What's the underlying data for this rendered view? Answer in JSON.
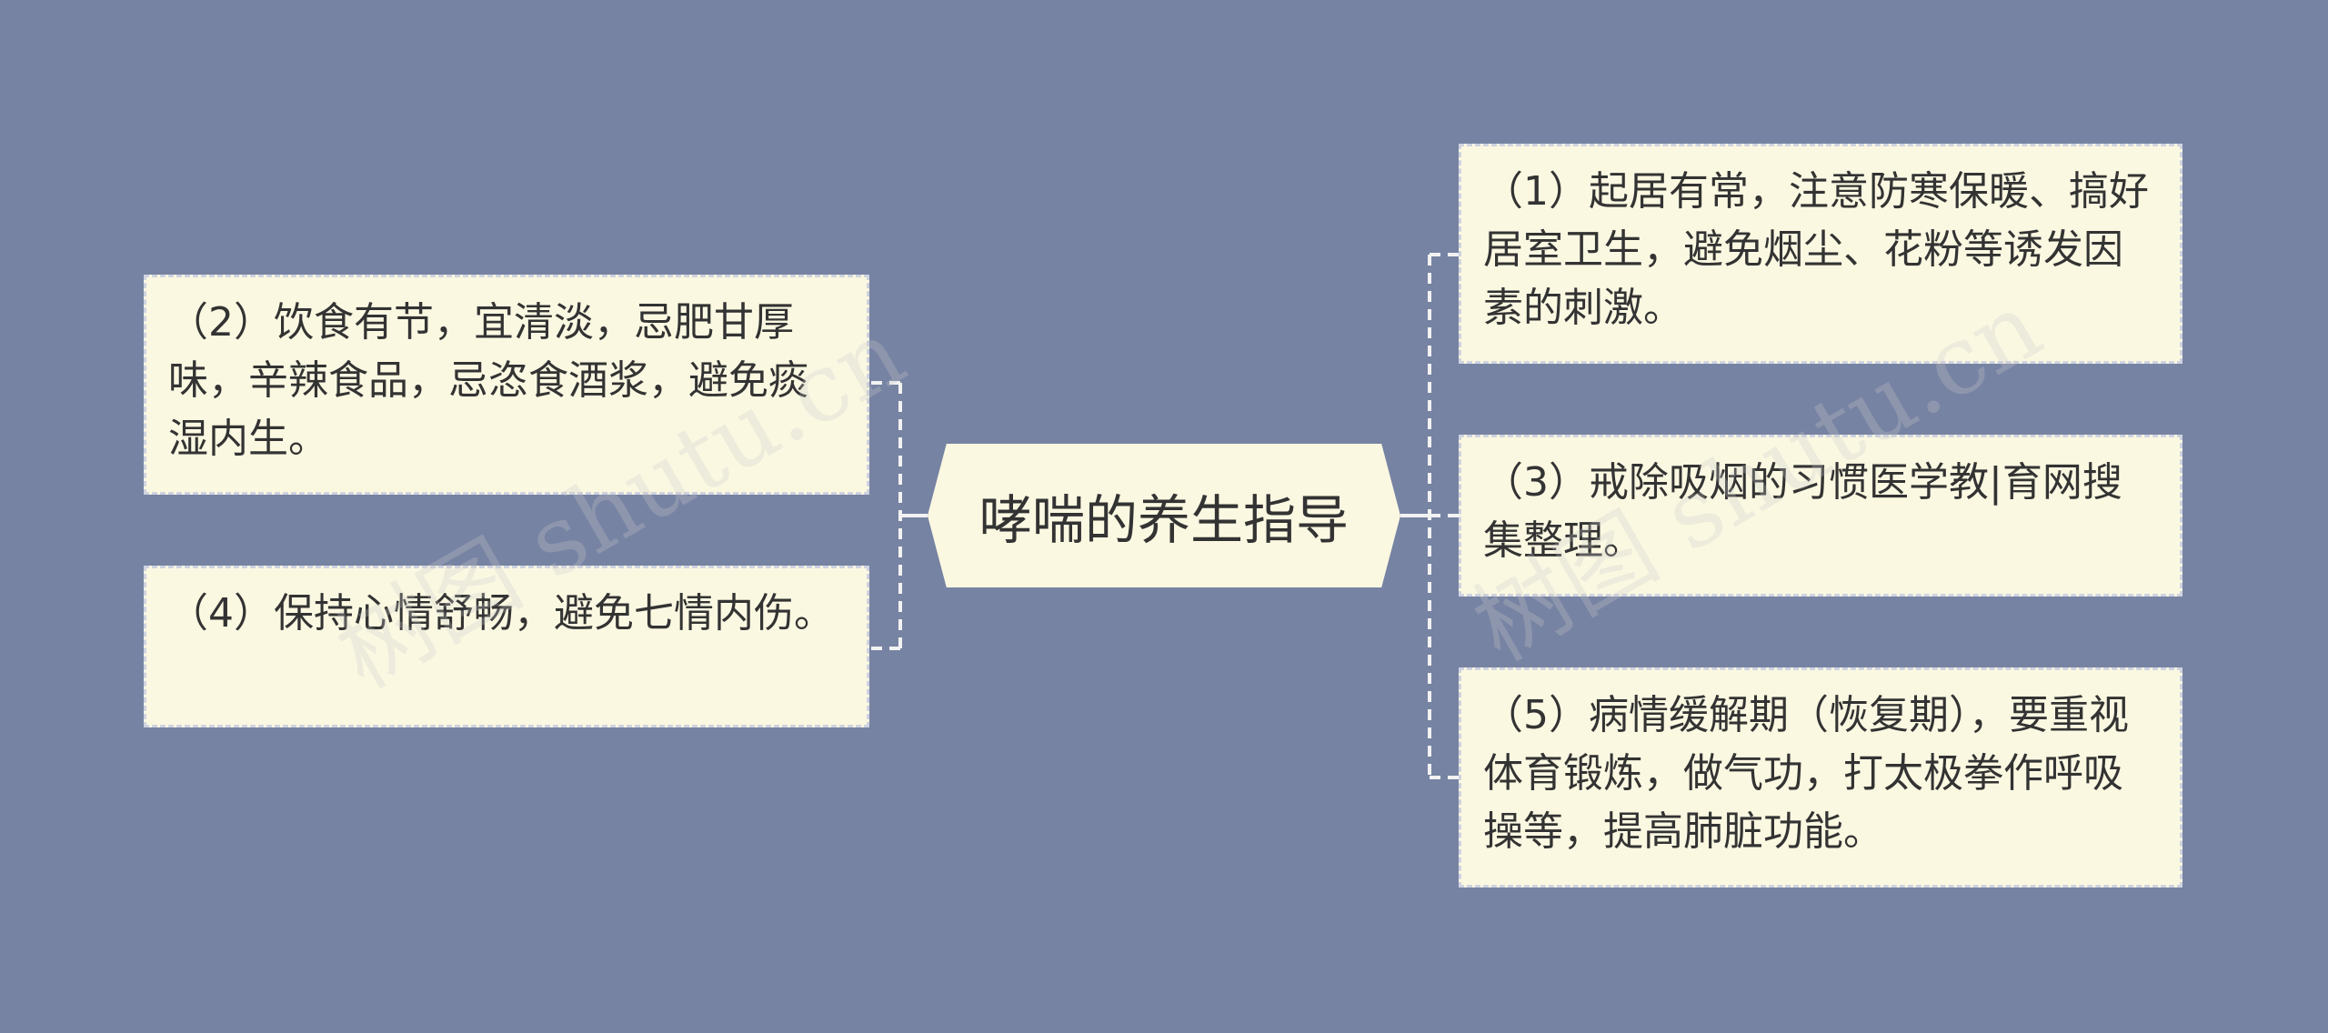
{
  "diagram": {
    "center": {
      "text": "哮喘的养生指导"
    },
    "left_nodes": [
      {
        "text": "（2）饮食有节，宜清淡，忌肥甘厚味，辛辣食品，忌恣食酒浆，避免痰湿内生。"
      },
      {
        "text": "（4）保持心情舒畅，避免七情内伤。"
      }
    ],
    "right_nodes": [
      {
        "text": "（1）起居有常，注意防寒保暖、搞好居室卫生，避免烟尘、花粉等诱发因素的刺激。"
      },
      {
        "text": "（3）戒除吸烟的习惯医学教|育网搜集整理。"
      },
      {
        "text": "（5）病情缓解期（恢复期），要重视体育锻炼，做气功，打太极拳作呼吸操等，提高肺脏功能。"
      }
    ]
  },
  "watermark": {
    "text": "树图 shutu.cn"
  },
  "colors": {
    "background": "#7783a3",
    "node_fill": "#fbf8e2",
    "node_border": "#cfd3e0",
    "connector": "#f2f2f2",
    "text": "#333333"
  }
}
